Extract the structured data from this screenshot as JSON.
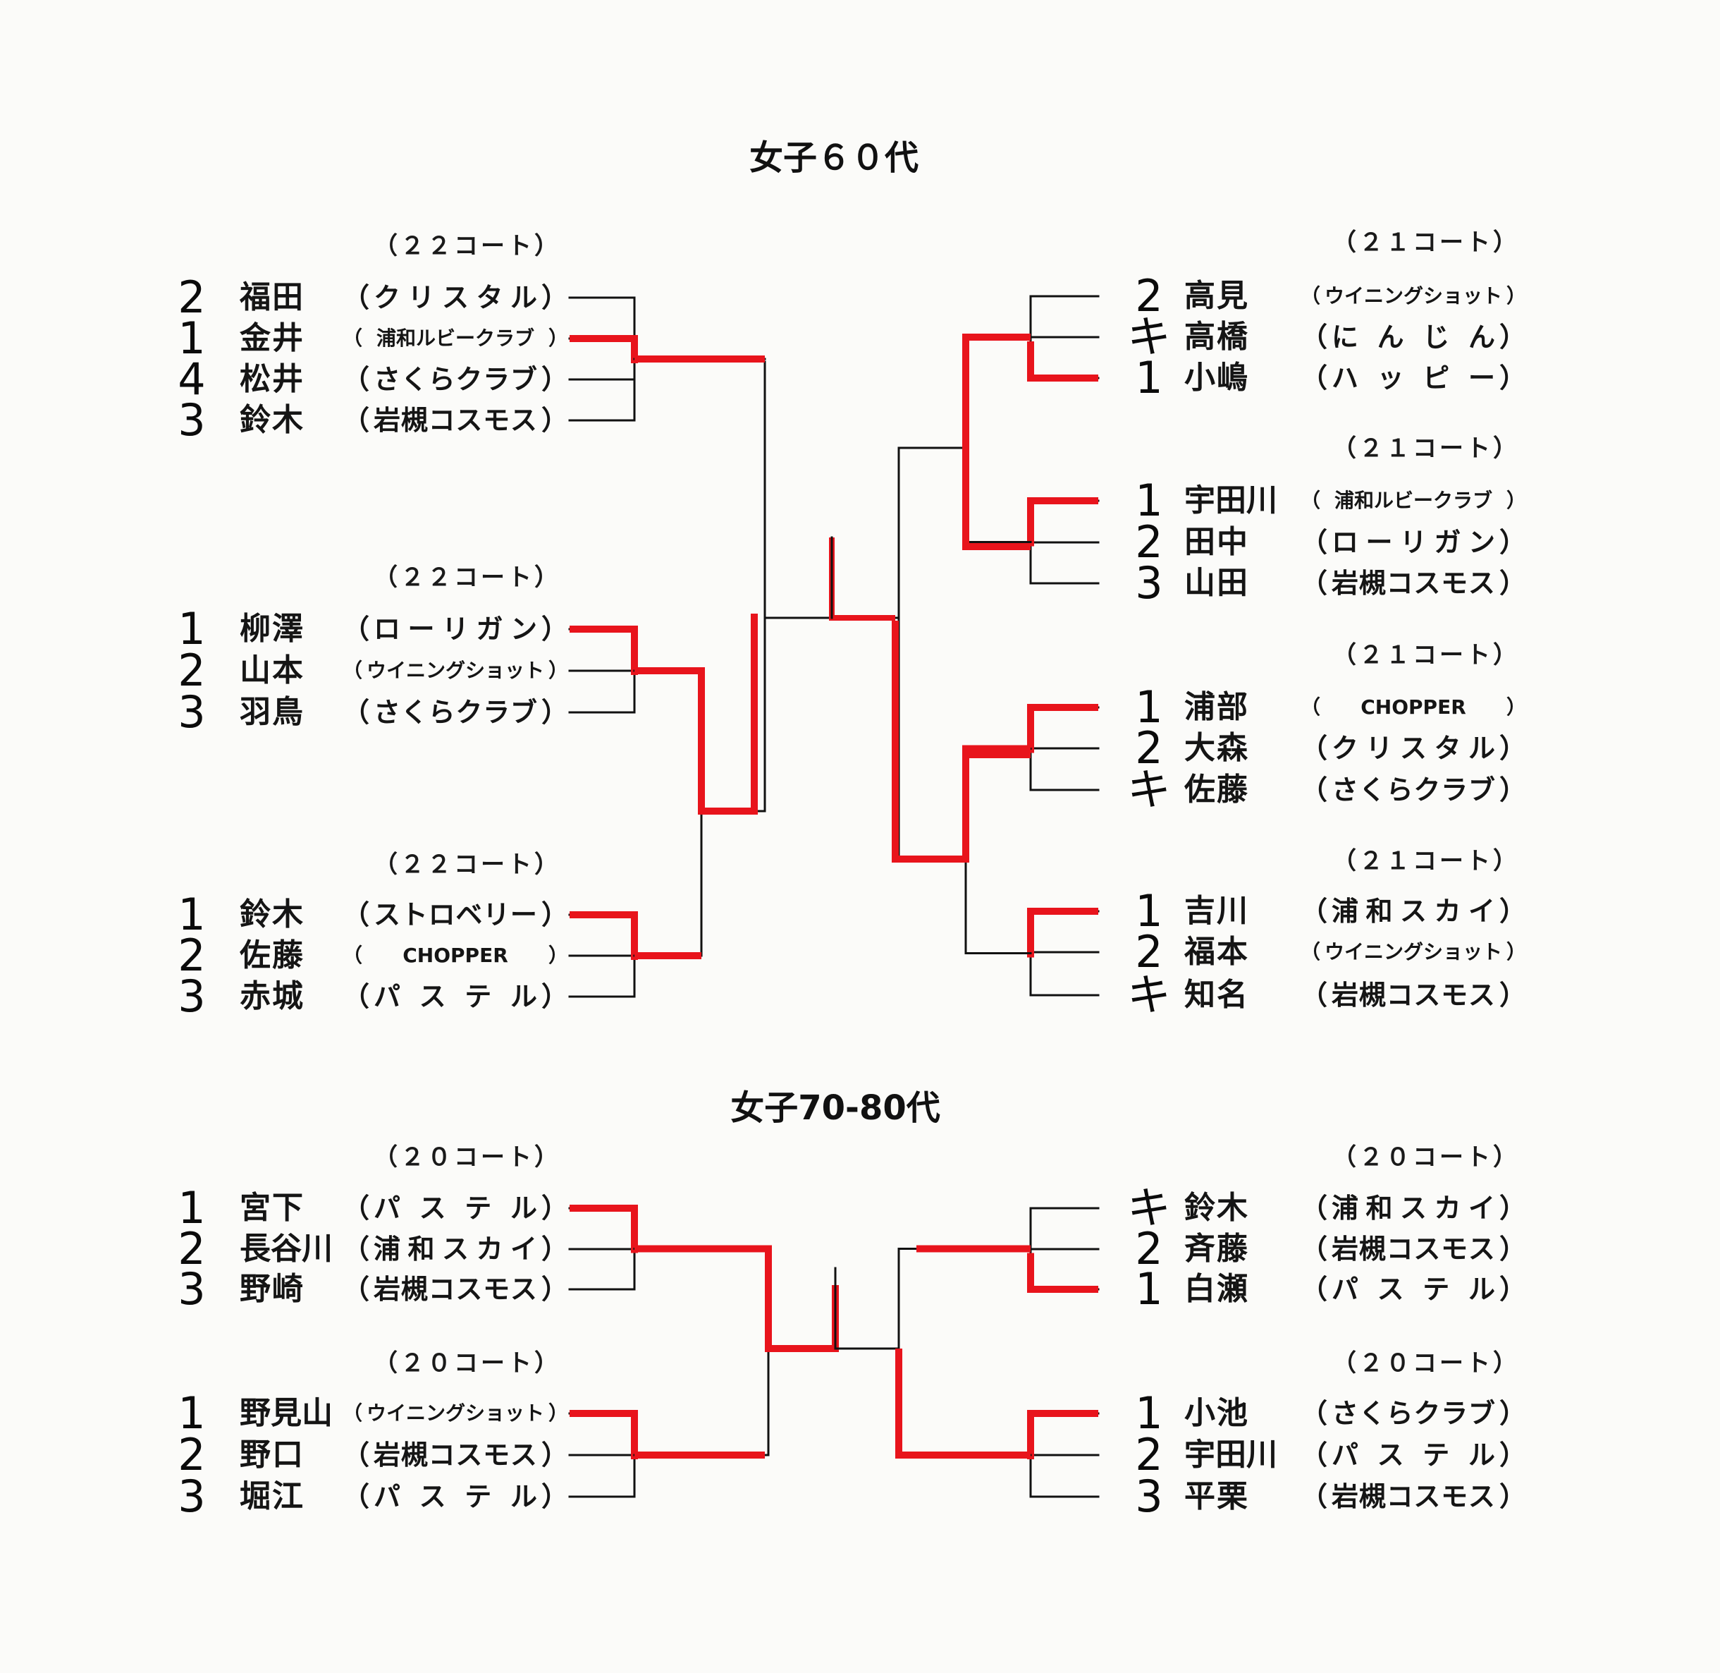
{
  "sections": [
    {
      "title": "女子６０代",
      "left": [
        {
          "court": "（２２コート）",
          "players": [
            {
              "rank": "2",
              "name": "福田",
              "club": "クリスタル"
            },
            {
              "rank": "1",
              "name": "金井",
              "club": "浦和ルビークラブ"
            },
            {
              "rank": "4",
              "name": "松井",
              "club": "さくらクラブ"
            },
            {
              "rank": "3",
              "name": "鈴木",
              "club": "岩槻コスモス"
            }
          ],
          "winner": 1
        },
        {
          "court": "（２２コート）",
          "players": [
            {
              "rank": "1",
              "name": "柳澤",
              "club": "ローリガン"
            },
            {
              "rank": "2",
              "name": "山本",
              "club": "ウイニングショット"
            },
            {
              "rank": "3",
              "name": "羽鳥",
              "club": "さくらクラブ"
            }
          ],
          "winner": 0
        },
        {
          "court": "（２２コート）",
          "players": [
            {
              "rank": "1",
              "name": "鈴木",
              "club": "ストロベリー"
            },
            {
              "rank": "2",
              "name": "佐藤",
              "club": "CHOPPER"
            },
            {
              "rank": "3",
              "name": "赤城",
              "club": "パステル"
            }
          ],
          "winner": 0
        }
      ],
      "right": [
        {
          "court": "（２１コート）",
          "players": [
            {
              "rank": "2",
              "name": "高見",
              "club": "ウイニングショット"
            },
            {
              "rank": "キ",
              "name": "高橋",
              "club": "にんじん"
            },
            {
              "rank": "1",
              "name": "小嶋",
              "club": "ハッピー"
            }
          ],
          "winner": 2
        },
        {
          "court": "（２１コート）",
          "players": [
            {
              "rank": "1",
              "name": "宇田川",
              "club": "浦和ルビークラブ"
            },
            {
              "rank": "2",
              "name": "田中",
              "club": "ローリガン"
            },
            {
              "rank": "3",
              "name": "山田",
              "club": "岩槻コスモス"
            }
          ],
          "winner": 0
        },
        {
          "court": "（２１コート）",
          "players": [
            {
              "rank": "1",
              "name": "浦部",
              "club": "CHOPPER"
            },
            {
              "rank": "2",
              "name": "大森",
              "club": "クリスタル"
            },
            {
              "rank": "キ",
              "name": "佐藤",
              "club": "さくらクラブ"
            }
          ],
          "winner": 0
        },
        {
          "court": "（２１コート）",
          "players": [
            {
              "rank": "1",
              "name": "吉川",
              "club": "浦和スカイ"
            },
            {
              "rank": "2",
              "name": "福本",
              "club": "ウイニングショット"
            },
            {
              "rank": "キ",
              "name": "知名",
              "club": "岩槻コスモス"
            }
          ],
          "winner": 0
        }
      ]
    },
    {
      "title": "女子70-80代",
      "left": [
        {
          "court": "（２０コート）",
          "players": [
            {
              "rank": "1",
              "name": "宮下",
              "club": "パステル"
            },
            {
              "rank": "2",
              "name": "長谷川",
              "club": "浦和スカイ"
            },
            {
              "rank": "3",
              "name": "野崎",
              "club": "岩槻コスモス"
            }
          ],
          "winner": 0
        },
        {
          "court": "（２０コート）",
          "players": [
            {
              "rank": "1",
              "name": "野見山",
              "club": "ウイニングショット"
            },
            {
              "rank": "2",
              "name": "野口",
              "club": "岩槻コスモス"
            },
            {
              "rank": "3",
              "name": "堀江",
              "club": "パステル"
            }
          ],
          "winner": 0
        }
      ],
      "right": [
        {
          "court": "（２０コート）",
          "players": [
            {
              "rank": "キ",
              "name": "鈴木",
              "club": "浦和スカイ"
            },
            {
              "rank": "2",
              "name": "斉藤",
              "club": "岩槻コスモス"
            },
            {
              "rank": "1",
              "name": "白瀬",
              "club": "パステル"
            }
          ],
          "winner": 2
        },
        {
          "court": "（２０コート）",
          "players": [
            {
              "rank": "1",
              "name": "小池",
              "club": "さくらクラブ"
            },
            {
              "rank": "2",
              "name": "宇田川",
              "club": "パステル"
            },
            {
              "rank": "3",
              "name": "平栗",
              "club": "岩槻コスモス"
            }
          ],
          "winner": 0
        }
      ]
    }
  ],
  "colors": {
    "ink": "#111111",
    "winner_line": "#e8141c",
    "background": "#fbfbf9"
  }
}
